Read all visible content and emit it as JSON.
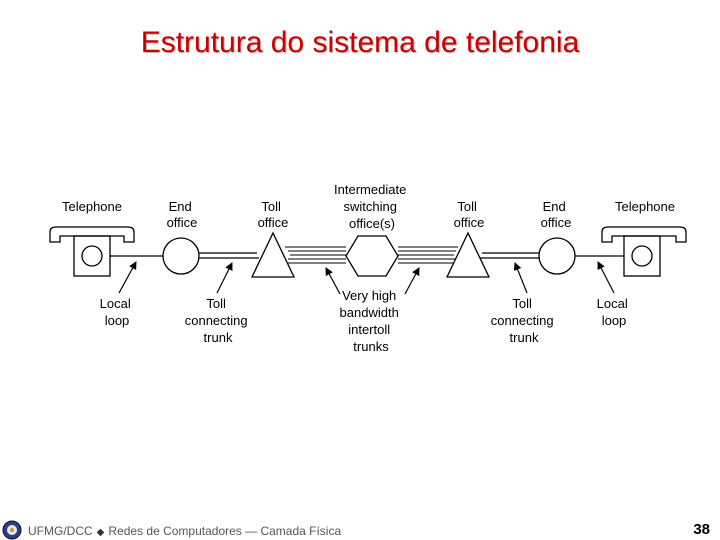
{
  "slide": {
    "title": "Estrutura do sistema de telefonia",
    "page_number": "38"
  },
  "footer": {
    "institution": "UFMG/DCC",
    "separator": "◆",
    "course": "Redes de Computadores — Camada Física"
  },
  "diagram": {
    "top_labels": {
      "telephone_left": [
        "Telephone"
      ],
      "end_office_left": [
        "End",
        "office"
      ],
      "toll_office_left": [
        "Toll",
        "office"
      ],
      "intermediate": [
        "Intermediate",
        "switching",
        "office(s)"
      ],
      "toll_office_right": [
        "Toll",
        "office"
      ],
      "end_office_right": [
        "End",
        "office"
      ],
      "telephone_right": [
        "Telephone"
      ]
    },
    "bottom_labels": {
      "local_loop_left": [
        "Local",
        "loop"
      ],
      "toll_trunk_left": [
        "Toll",
        "connecting",
        "trunk"
      ],
      "intertoll": [
        "Very high",
        "bandwidth",
        "intertoll",
        "trunks"
      ],
      "toll_trunk_right": [
        "Toll",
        "connecting",
        "trunk"
      ],
      "local_loop_right": [
        "Local",
        "loop"
      ]
    }
  },
  "icons": {
    "logo": "ufmg-logo-icon"
  },
  "colors": {
    "title": "#cc0000",
    "lines": "#000000"
  }
}
